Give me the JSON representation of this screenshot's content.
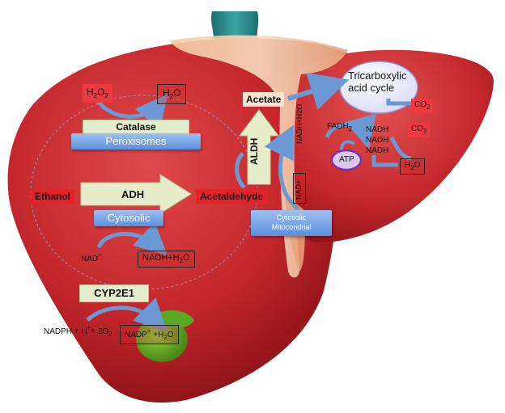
{
  "labels": {
    "h2o2_base": "H",
    "h2o2_sub1": "2",
    "h2o2_mid": "O",
    "h2o2_sub2": "2",
    "h2o_top_base": "H",
    "h2o_top_sub": "2",
    "h2o_top_end": "O",
    "catalase": "Catalase",
    "peroxisomes": "Peroxisomes",
    "ethanol": "Ethanol",
    "adh": "ADH",
    "cytosolic": "Cytosolic",
    "acetaldehyde": "Acetaldehyde",
    "nad_base": "NAD",
    "nad_sup": "+",
    "nadh_h2o": "NADH+H",
    "nadh_h2o_sub": "2",
    "nadh_h2o_end": "O",
    "cyp2e1": "CYP2E1",
    "nadph_text": "NADPH + H",
    "nadph_sup": "+",
    "nadph_tail": "+ 2O",
    "nadph_sub": "2",
    "nadp_base": "NADP",
    "nadp_sup": "+",
    "nadp_tail": " +H",
    "nadp_sub": "2",
    "nadp_end": "O",
    "acetate": "Acetate",
    "aldh": "ALDH",
    "nadh_h2o_vertical": "NADH+H2O",
    "nad_plus_vertical": "NAD+",
    "cytosolic_mito_1": "Cytosolic",
    "cytosolic_mito_2": "Mitocondrial",
    "tca_line1": "Tricarboxylic",
    "tca_line2": "acid cycle",
    "co2_base": "CO",
    "co2_sub": "2",
    "fadh_base": "FADH",
    "fadh_sub": "2",
    "nadh_1": "NADH",
    "nadh_2": "NADH",
    "nadh_3": "NADH",
    "atp": "ATP",
    "h2o_base": "H",
    "h2o_sub": "2",
    "h2o_end": "O"
  },
  "colors": {
    "liver_main": "#c8262c",
    "liver_dark": "#8e1015",
    "vessel_teal": "#2b8c8c",
    "gallbladder": "#4f9a1f",
    "arrow_blue": "#6c98d6",
    "green_bar": "#e3eccb",
    "red_box": "#e8202a"
  }
}
